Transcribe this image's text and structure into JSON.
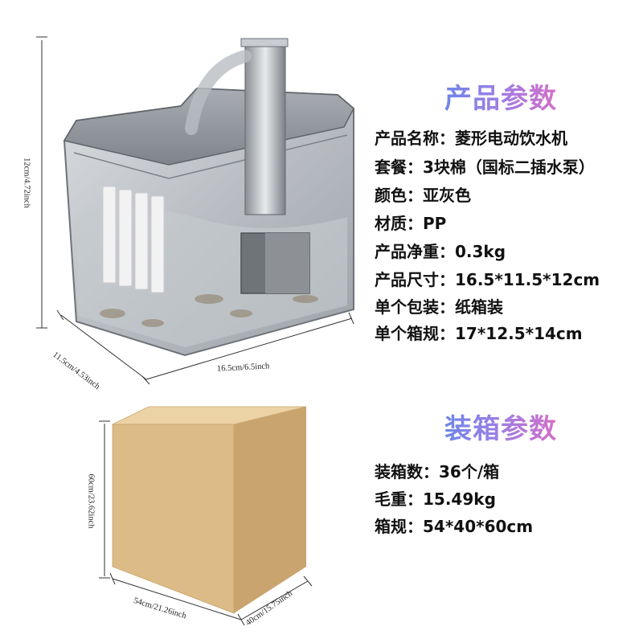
{
  "product_section": {
    "heading": "产品参数",
    "specs": [
      {
        "label": "产品名称：",
        "value": "菱形电动饮水机"
      },
      {
        "label": "套餐：",
        "value": "3块棉（国标二插水泵）"
      },
      {
        "label": "颜色：",
        "value": "亚灰色"
      },
      {
        "label": "材质：",
        "value": "PP"
      },
      {
        "label": "产品净重：",
        "value": "0.3kg"
      },
      {
        "label": "产品尺寸：",
        "value": "16.5*11.5*12cm"
      },
      {
        "label": "单个包装：",
        "value": "纸箱装"
      },
      {
        "label": "单个箱规：",
        "value": "17*12.5*14cm"
      }
    ]
  },
  "packing_section": {
    "heading": "装箱参数",
    "specs": [
      {
        "label": "装箱数：",
        "value": "36个/箱"
      },
      {
        "label": "毛重：",
        "value": "15.49kg"
      },
      {
        "label": "箱规：",
        "value": "54*40*60cm"
      }
    ]
  },
  "product_dimensions": {
    "height": "12cm/4.72inch",
    "depth": "11.5cm/4.53inch",
    "width": "16.5cm/6.5inch"
  },
  "box_dimensions": {
    "height": "60cm/23.62inch",
    "width": "54cm/21.26inch",
    "depth": "40cm/15.75inch"
  },
  "colors": {
    "heading_gradient": [
      "#6e86e8",
      "#9a7fe6",
      "#d36fc8"
    ],
    "text": "#111111",
    "box_front": "#dcbb86",
    "box_top": "#ecd3a6",
    "box_side": "#c9a46e"
  }
}
